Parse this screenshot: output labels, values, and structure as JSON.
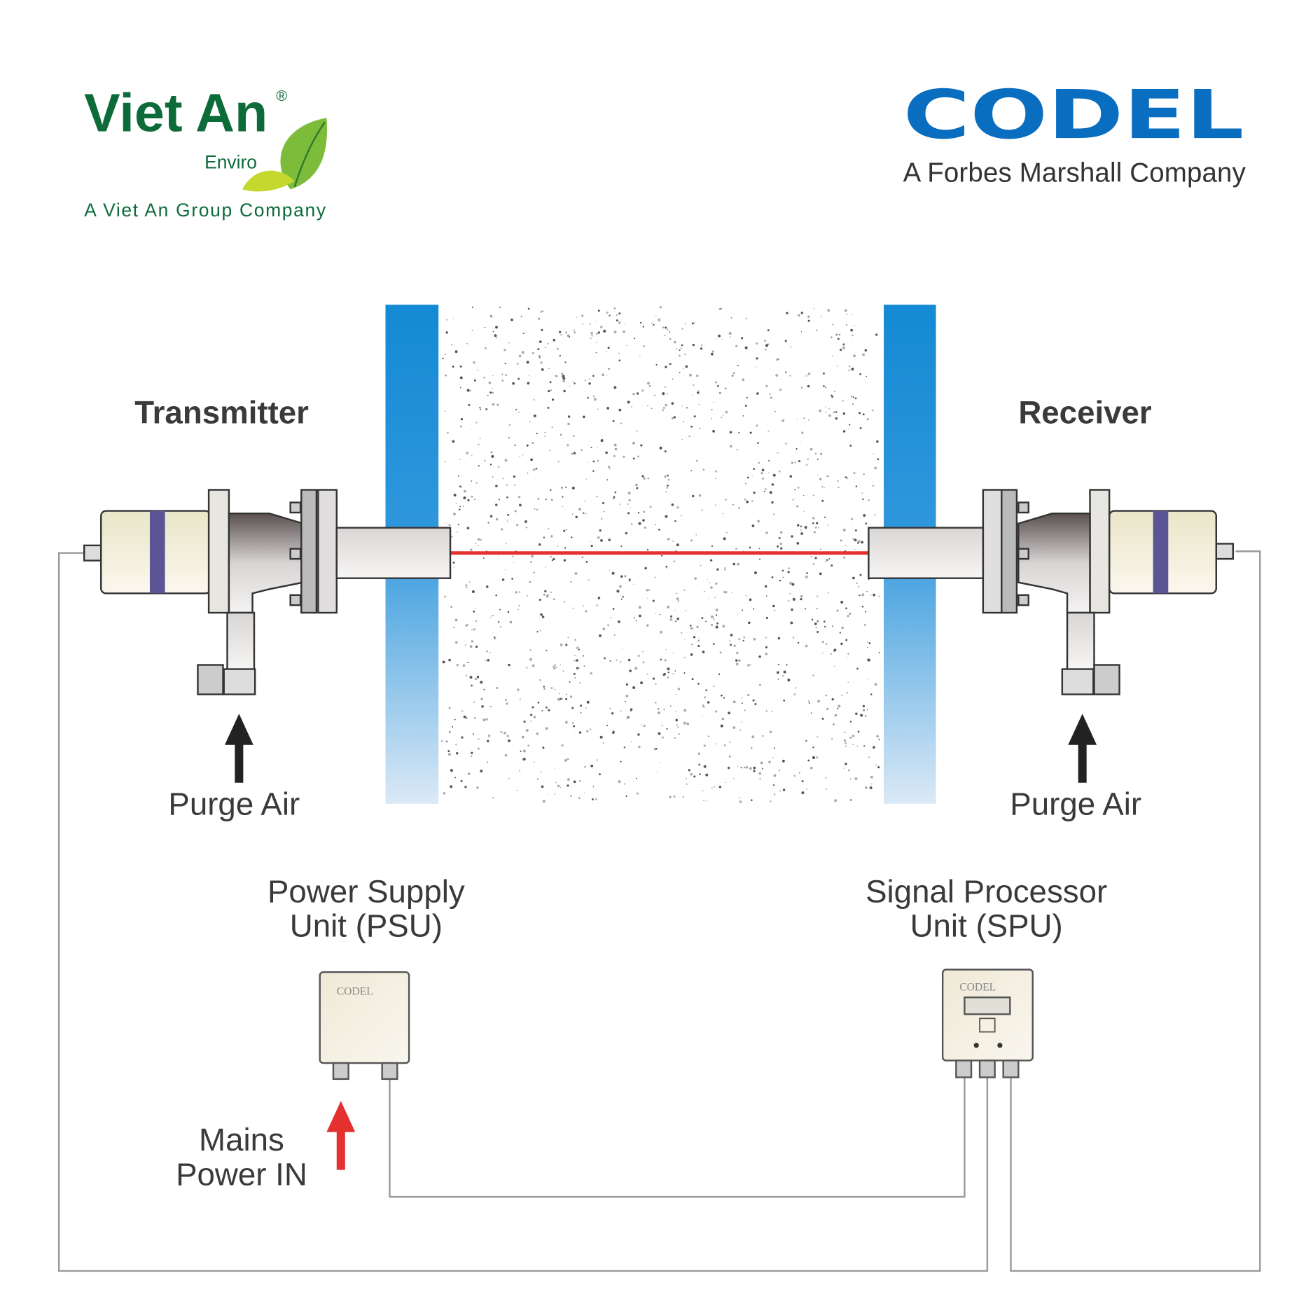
{
  "logos": {
    "viet_an": {
      "name": "Viet An",
      "registered": "®",
      "sub": "Enviro",
      "tagline": "A Viet An Group Company",
      "color": "#0d6b3a"
    },
    "codel": {
      "name": "CODEL",
      "tagline": "A Forbes Marshall Company",
      "color": "#0a6ec0"
    }
  },
  "diagram": {
    "transmitter_label": "Transmitter",
    "receiver_label": "Receiver",
    "purge_air_left": "Purge Air",
    "purge_air_right": "Purge Air",
    "psu_label_line1": "Power Supply",
    "psu_label_line2": "Unit (PSU)",
    "spu_label_line1": "Signal Processor",
    "spu_label_line2": "Unit (SPU)",
    "mains_line1": "Mains",
    "mains_line2": "Power IN",
    "psu_brand": "CODEL",
    "spu_brand": "CODEL",
    "beam_color": "#e53030",
    "duct_color": "#1a8fd6"
  }
}
